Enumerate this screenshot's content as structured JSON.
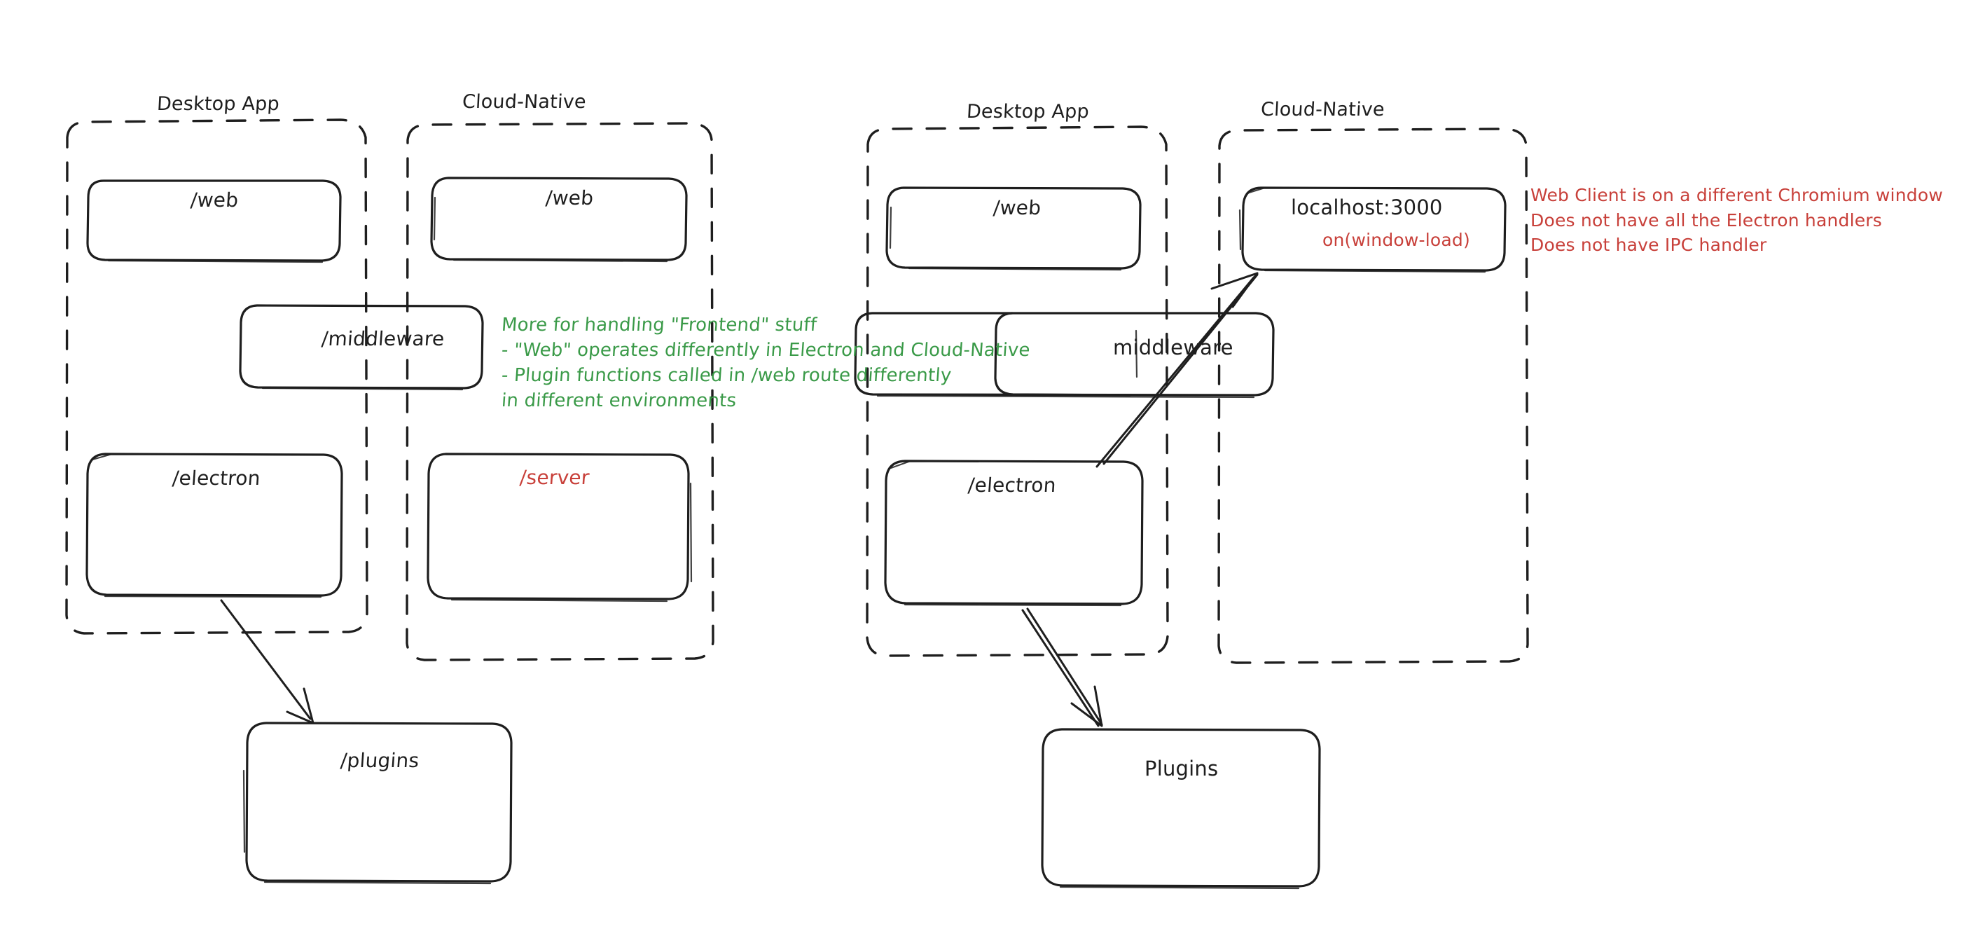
{
  "diagram": {
    "title": "Electron Desktop App vs Cloud-Native architecture sketch",
    "style": "hand-drawn whiteboard (excalidraw)",
    "colors": {
      "ink": "#1e1e1e",
      "green": "#3a9a48",
      "red": "#c8403a",
      "background": "#ffffff"
    }
  },
  "left_diagram": {
    "groups": [
      {
        "label": "Desktop App"
      },
      {
        "label": "Cloud-Native"
      }
    ],
    "nodes": {
      "desktop_web": "/web",
      "cloud_web": "/web",
      "middleware": "/middleware",
      "electron": "/electron",
      "server": "/server",
      "plugins": "/plugins"
    }
  },
  "right_diagram": {
    "groups": [
      {
        "label": "Desktop App"
      },
      {
        "label": "Cloud-Native"
      }
    ],
    "nodes": {
      "desktop_web": "/web",
      "localhost": "localhost:3000",
      "localhost_sub": "on(window-load)",
      "middleware": "middleware",
      "electron": "/electron",
      "plugins": "Plugins"
    }
  },
  "annotations": {
    "green_note": {
      "color": "#3a9a48",
      "lines": [
        "More for handling \"Frontend\" stuff",
        "- \"Web\" operates differently in Electron and Cloud-Native",
        "- Plugin functions called in /web route differently",
        "in different environments"
      ]
    },
    "red_note": {
      "color": "#c8403a",
      "lines": [
        "Web Client is on a different Chromium window",
        "Does not have all the Electron handlers",
        "Does not have IPC handler"
      ]
    }
  }
}
